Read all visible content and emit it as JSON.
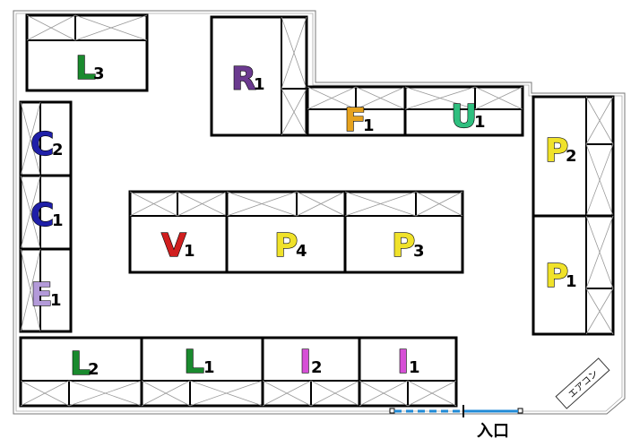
{
  "floor_map": {
    "entrance_label": "入口",
    "aircon_label": "エアコン",
    "blocks": [
      {
        "id": "L3",
        "letter": "L",
        "num": "3",
        "color": "#1a8a2e"
      },
      {
        "id": "R1",
        "letter": "R",
        "num": "1",
        "color": "#6b3a8f"
      },
      {
        "id": "F1",
        "letter": "F",
        "num": "1",
        "color": "#e6a21e"
      },
      {
        "id": "U1",
        "letter": "U",
        "num": "1",
        "color": "#2fbf7f"
      },
      {
        "id": "C2",
        "letter": "C",
        "num": "2",
        "color": "#1f1fa8"
      },
      {
        "id": "C1",
        "letter": "C",
        "num": "1",
        "color": "#1f1fa8"
      },
      {
        "id": "E1",
        "letter": "E",
        "num": "1",
        "color": "#b39ad9"
      },
      {
        "id": "V1",
        "letter": "V",
        "num": "1",
        "color": "#d01f1f"
      },
      {
        "id": "P4",
        "letter": "P",
        "num": "4",
        "color": "#f0e22a"
      },
      {
        "id": "P3",
        "letter": "P",
        "num": "3",
        "color": "#f0e22a"
      },
      {
        "id": "P2",
        "letter": "P",
        "num": "2",
        "color": "#f0e22a"
      },
      {
        "id": "P1",
        "letter": "P",
        "num": "1",
        "color": "#f0e22a"
      },
      {
        "id": "L2",
        "letter": "L",
        "num": "2",
        "color": "#1a8a2e"
      },
      {
        "id": "L1",
        "letter": "L",
        "num": "1",
        "color": "#1a8a2e"
      },
      {
        "id": "I2",
        "letter": "I",
        "num": "2",
        "color": "#d64fd6"
      },
      {
        "id": "I1",
        "letter": "I",
        "num": "1",
        "color": "#d64fd6"
      }
    ]
  }
}
